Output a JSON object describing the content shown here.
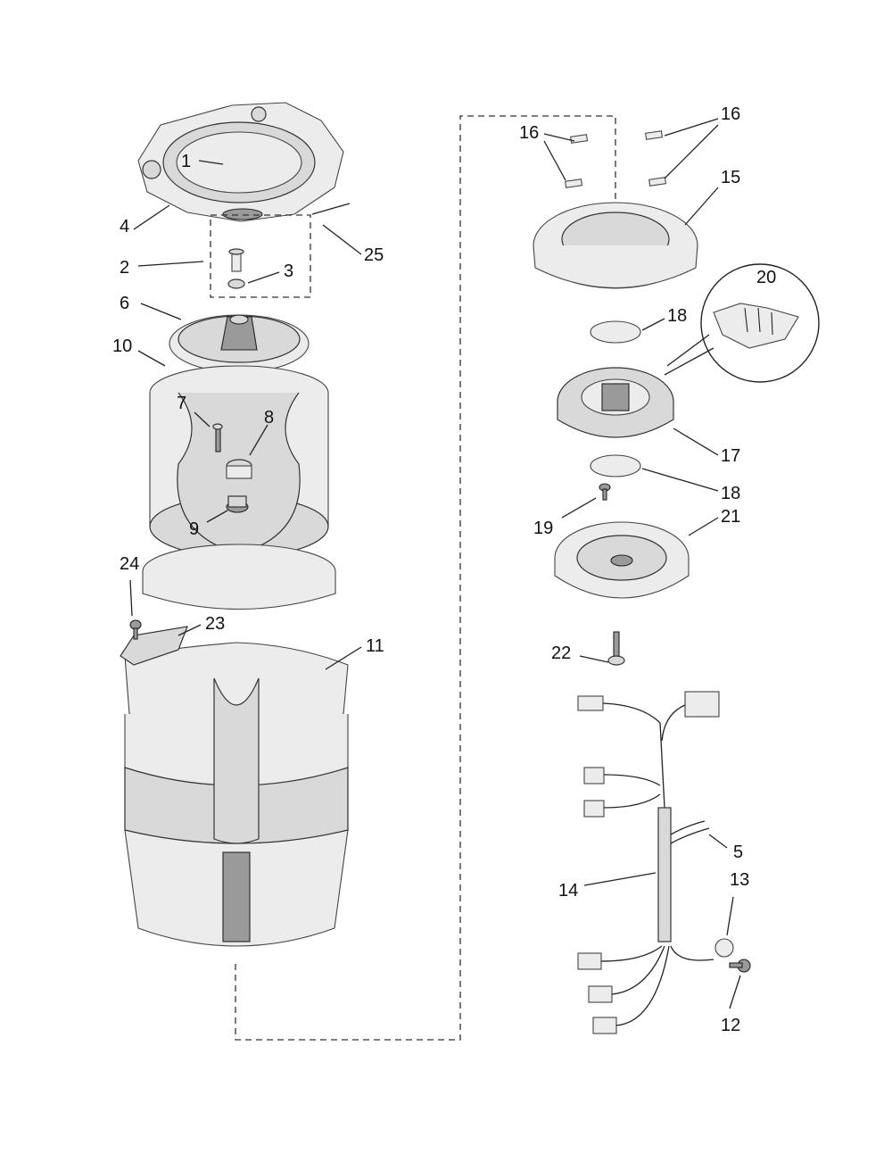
{
  "callouts": [
    {
      "id": "c1",
      "text": "1"
    },
    {
      "id": "c2",
      "text": "2"
    },
    {
      "id": "c3",
      "text": "3"
    },
    {
      "id": "c4",
      "text": "4"
    },
    {
      "id": "c5",
      "text": "5"
    },
    {
      "id": "c6",
      "text": "6"
    },
    {
      "id": "c7",
      "text": "7"
    },
    {
      "id": "c8",
      "text": "8"
    },
    {
      "id": "c9",
      "text": "9"
    },
    {
      "id": "c10",
      "text": "10"
    },
    {
      "id": "c11",
      "text": "11"
    },
    {
      "id": "c12",
      "text": "12"
    },
    {
      "id": "c13",
      "text": "13"
    },
    {
      "id": "c14",
      "text": "14"
    },
    {
      "id": "c15",
      "text": "15"
    },
    {
      "id": "c16a",
      "text": "16"
    },
    {
      "id": "c16b",
      "text": "16"
    },
    {
      "id": "c17",
      "text": "17"
    },
    {
      "id": "c18a",
      "text": "18"
    },
    {
      "id": "c18b",
      "text": "18"
    },
    {
      "id": "c19",
      "text": "19"
    },
    {
      "id": "c20",
      "text": "20"
    },
    {
      "id": "c21",
      "text": "21"
    },
    {
      "id": "c22",
      "text": "22"
    },
    {
      "id": "c23",
      "text": "23"
    },
    {
      "id": "c24",
      "text": "24"
    },
    {
      "id": "c25",
      "text": "25"
    }
  ]
}
